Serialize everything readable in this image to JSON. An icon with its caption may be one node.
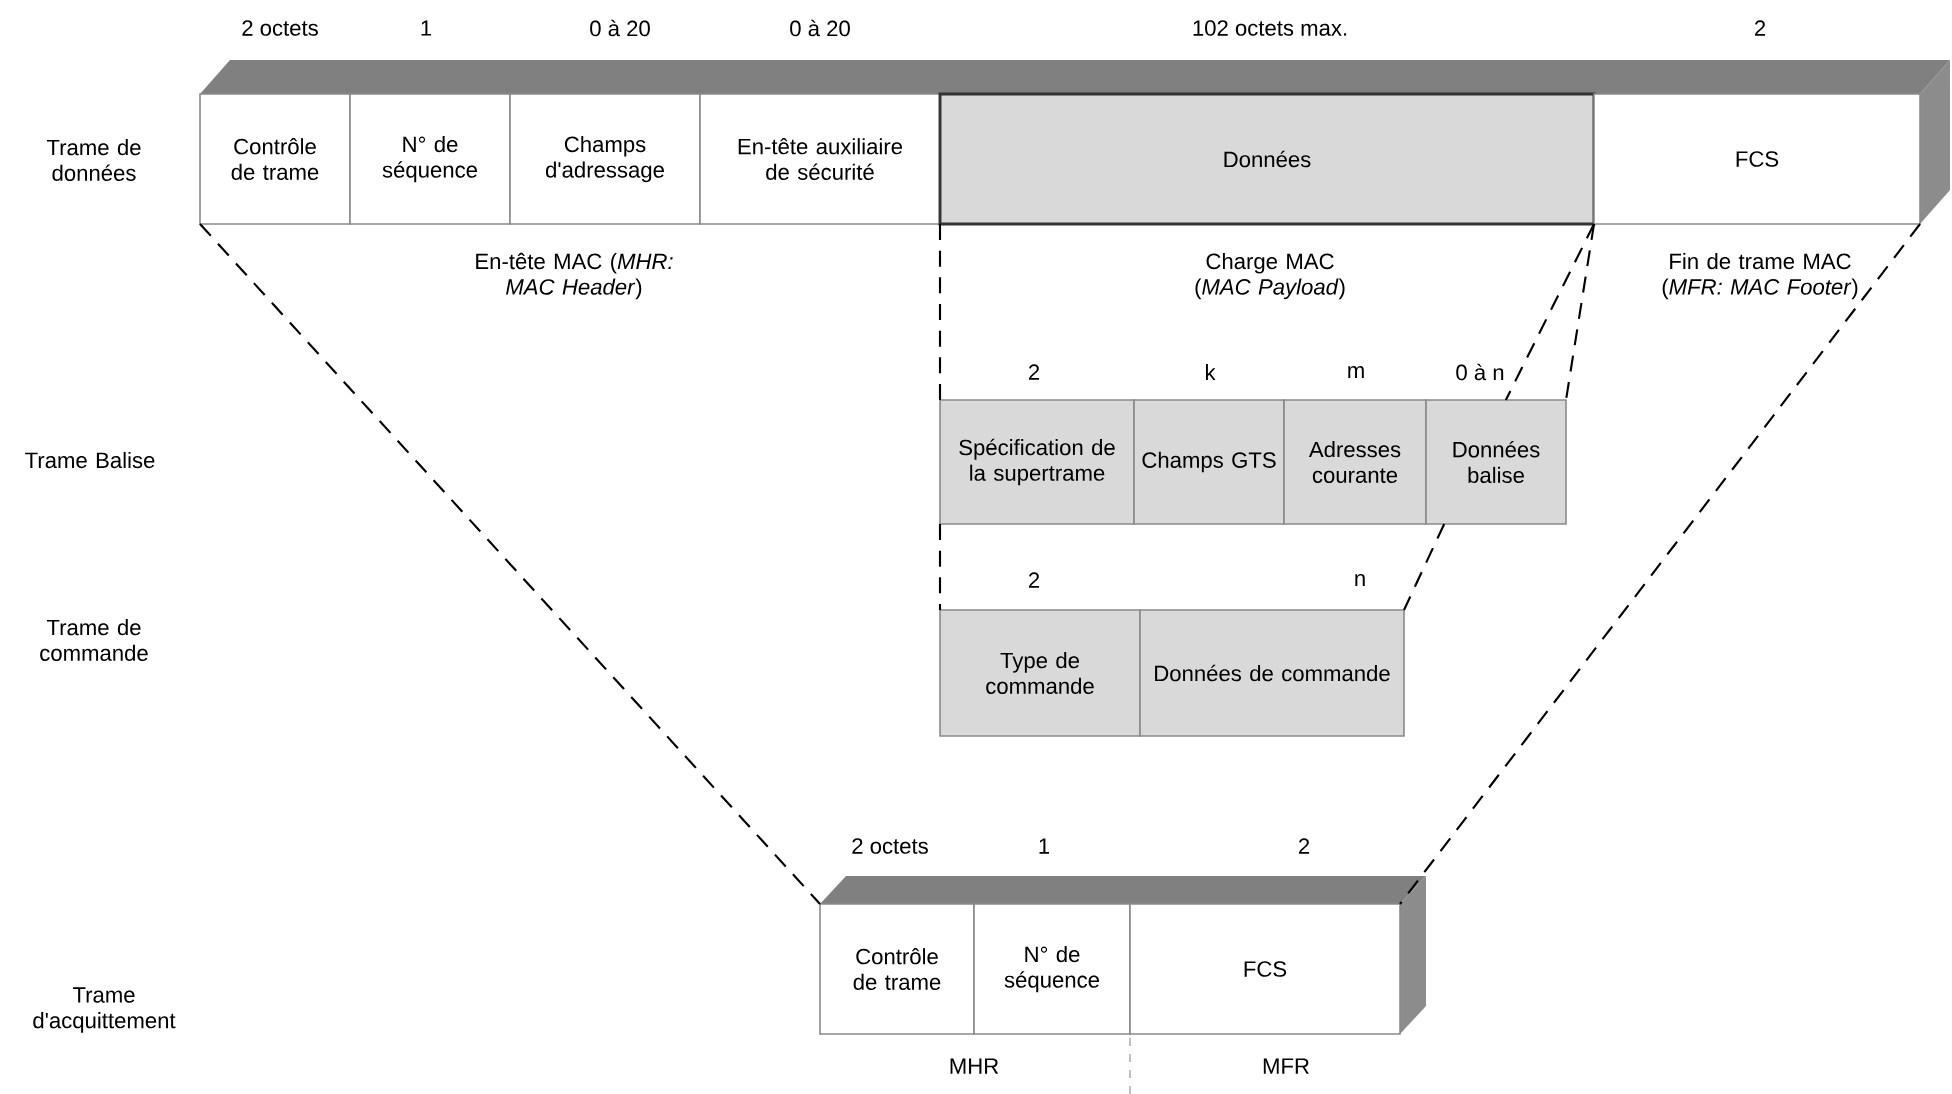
{
  "diagram": {
    "nodes": [
      {
        "text": [
          "Contrôle de trame"
        ]
      },
      {
        "text": [
          "N° de séquence"
        ]
      },
      {
        "text": [
          "Champs d'adressage"
        ]
      },
      {
        "text": [
          "En-tête auxiliaire de sécurité"
        ]
      },
      {
        "text": [
          "Données"
        ]
      },
      {
        "text": [
          "FCS"
        ]
      },
      {
        "text": [
          "Spécification de la supertrame"
        ]
      },
      {
        "text": [
          "Champs GTS"
        ]
      },
      {
        "text": [
          "Adresses courante"
        ]
      },
      {
        "text": [
          "Données balise"
        ]
      },
      {
        "text": [
          "Type de commande"
        ]
      },
      {
        "text": [
          "Données de commande"
        ]
      },
      {
        "text": [
          "Contrôle de trame"
        ]
      },
      {
        "text": [
          "N° de séquence"
        ]
      },
      {
        "text": [
          "FCS"
        ]
      }
    ],
    "edges": [
      {
        "from": 0,
        "to": 12,
        "arrow": "none",
        "style": "dashed"
      },
      {
        "from": 5,
        "to": 14,
        "arrow": "none",
        "style": "dashed"
      },
      {
        "from": 4,
        "to": 6,
        "arrow": "none",
        "style": "dashed"
      },
      {
        "from": 4,
        "to": 9,
        "arrow": "none",
        "style": "dashed"
      },
      {
        "from": 4,
        "to": 9,
        "arrow": "none",
        "style": "dashed"
      },
      {
        "from": 9,
        "to": 11,
        "arrow": "none",
        "style": "dashed"
      },
      {
        "from": 6,
        "to": 10,
        "arrow": "none",
        "style": "dashed"
      }
    ],
    "labels": [
      "2 octets",
      "1",
      "0 à 20",
      "0 à 20",
      "102 octets max.",
      "2",
      "Trame de données",
      "En-tête MAC (*MHR: MAC Header*)",
      "Charge MAC (*MAC Payload*)",
      "Fin de trame MAC (*MFR: MAC Footer*)",
      "2",
      "k",
      "m",
      "0 à n",
      "Trame Balise",
      "2",
      "n",
      "Trame de commande",
      "2 octets",
      "1",
      "2",
      "Trame d'acquittement",
      "MHR",
      "MFR"
    ]
  }
}
